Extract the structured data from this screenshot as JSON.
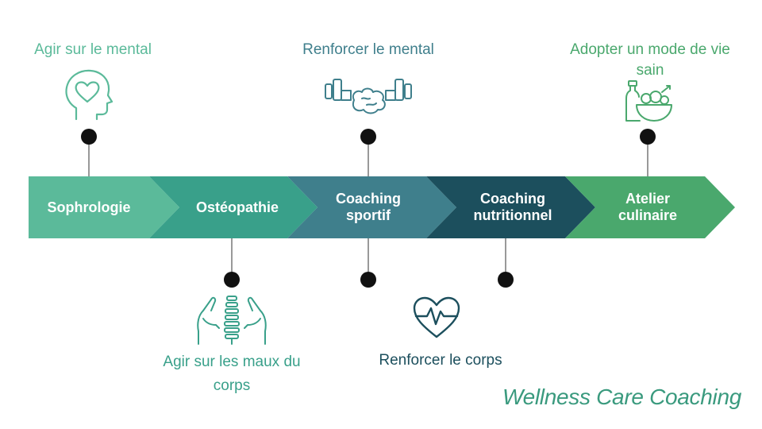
{
  "steps": [
    {
      "label": "Sophrologie",
      "color": "#5bba9a"
    },
    {
      "label": "Ostéopathie",
      "color": "#39a08a"
    },
    {
      "label": "Coaching sportif",
      "color": "#3f7f8c"
    },
    {
      "label": "Coaching nutritionnel",
      "color": "#1c4f5d"
    },
    {
      "label": "Atelier culinaire",
      "color": "#4aa86d"
    }
  ],
  "benefits": {
    "mental": {
      "text": "Agir sur le mental",
      "icon": "head-heart-icon",
      "color": "#5bba9a"
    },
    "maux": {
      "text": "Agir sur les maux du corps",
      "icon": "hands-spine-icon",
      "color": "#39a08a"
    },
    "renforcer_mental": {
      "text": "Renforcer le mental",
      "icon": "brain-dumbbell-icon",
      "color": "#3f7f8c"
    },
    "renforcer_corps": {
      "text": "Renforcer le corps",
      "icon": "heart-pulse-icon",
      "color": "#1c4f5d"
    },
    "mode_de_vie": {
      "text": "Adopter un mode de vie sain",
      "icon": "healthy-food-bowl-icon",
      "color": "#4aa86d"
    }
  },
  "brand": "Wellness Care Coaching"
}
